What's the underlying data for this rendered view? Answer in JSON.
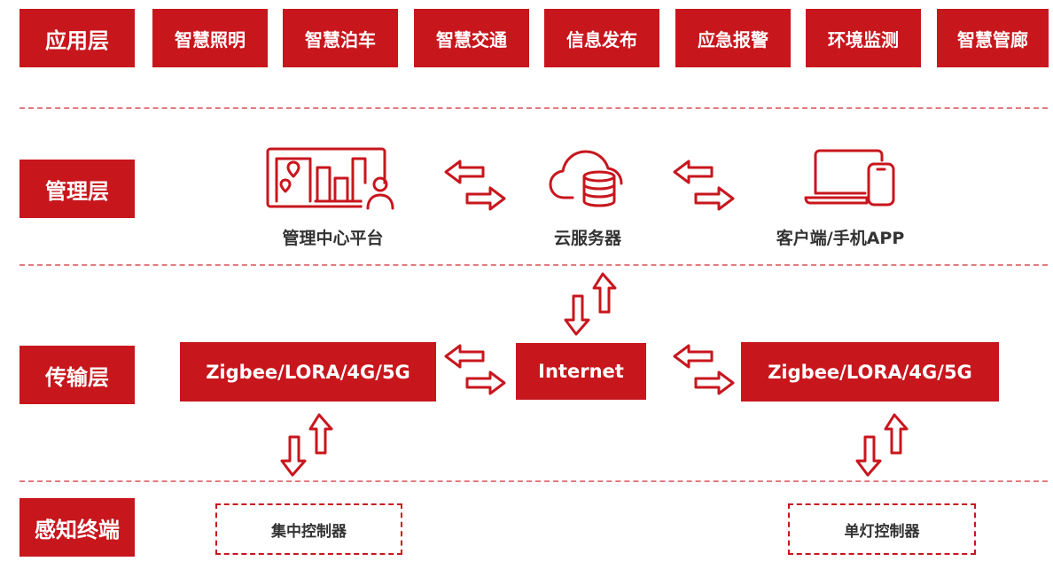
{
  "layers": {
    "application": "应用层",
    "management": "管理层",
    "transport": "传输层",
    "perception": "感知终端"
  },
  "application_items": [
    "智慧照明",
    "智慧泊车",
    "智慧交通",
    "信息发布",
    "应急报警",
    "环境监测",
    "智慧管廊"
  ],
  "management": {
    "platform": "管理中心平台",
    "cloud": "云服务器",
    "client": "客户端/手机APP"
  },
  "transport": {
    "left_network": "Zigbee/LORA/4G/5G",
    "internet": "Internet",
    "right_network": "Zigbee/LORA/4G/5G"
  },
  "terminals": {
    "left": "集中控制器",
    "right": "单灯控制器"
  },
  "colors": {
    "accent": "#c8161d",
    "divider": "#e27b7f",
    "text": "#333333"
  },
  "icons": [
    "monitor-chart-icon",
    "cloud-database-icon",
    "laptop-phone-icon",
    "bidirectional-arrow-icon"
  ]
}
